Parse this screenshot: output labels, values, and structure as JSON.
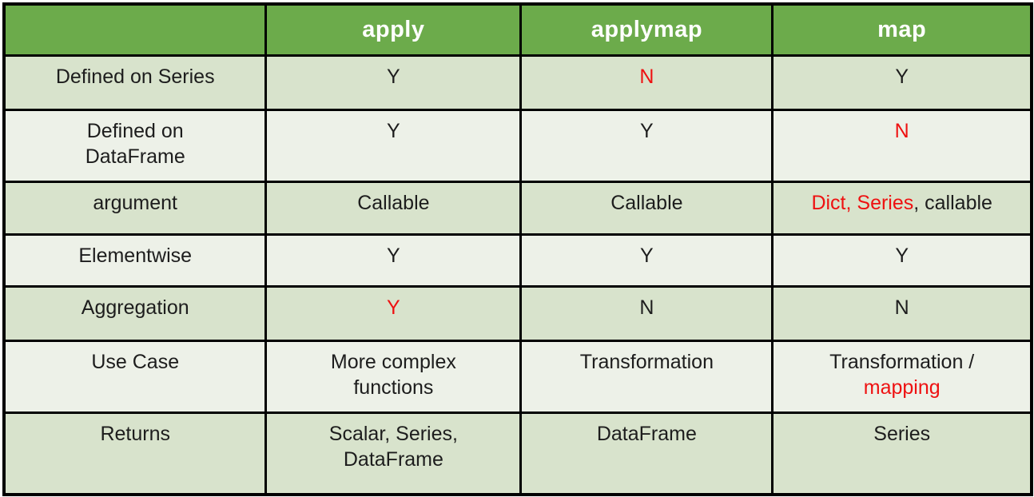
{
  "colors": {
    "header_bg": "#6cab4b",
    "row_dark": "#d8e3cc",
    "row_light": "#edf1e8",
    "border": "#000000",
    "text": "#1d1d1d",
    "red": "#ee1111",
    "header_text": "#ffffff"
  },
  "chart_data": {
    "type": "table",
    "title": "",
    "columns": [
      "",
      "apply",
      "applymap",
      "map"
    ],
    "rows": [
      [
        "Defined on Series",
        "Y",
        "N",
        "Y"
      ],
      [
        "Defined on DataFrame",
        "Y",
        "Y",
        "N"
      ],
      [
        "argument",
        "Callable",
        "Callable",
        "Dict, Series, callable"
      ],
      [
        "Elementwise",
        "Y",
        "Y",
        "Y"
      ],
      [
        "Aggregation",
        "Y",
        "N",
        "N"
      ],
      [
        "Use Case",
        "More complex functions",
        "Transformation",
        "Transformation / mapping"
      ],
      [
        "Returns",
        "Scalar, Series, DataFrame",
        "DataFrame",
        "Series"
      ]
    ],
    "red_text": [
      {
        "row": "Defined on Series",
        "column": "applymap",
        "text": "N"
      },
      {
        "row": "Defined on DataFrame",
        "column": "map",
        "text": "N"
      },
      {
        "row": "argument",
        "column": "map",
        "text": "Dict, Series"
      },
      {
        "row": "Aggregation",
        "column": "apply",
        "text": "Y"
      },
      {
        "row": "Use Case",
        "column": "map",
        "text": "mapping"
      }
    ],
    "layout": "header row green with white bold labels; body rows alternate dark/light green; black grid"
  },
  "table": {
    "header": [
      "",
      "apply",
      "applymap",
      "map"
    ],
    "rows": [
      {
        "cells": [
          {
            "lines": [
              [
                {
                  "t": "Defined on Series"
                }
              ]
            ]
          },
          {
            "lines": [
              [
                {
                  "t": "Y"
                }
              ]
            ]
          },
          {
            "lines": [
              [
                {
                  "t": "N",
                  "red": true
                }
              ]
            ]
          },
          {
            "lines": [
              [
                {
                  "t": "Y"
                }
              ]
            ]
          }
        ]
      },
      {
        "cells": [
          {
            "lines": [
              [
                {
                  "t": "Defined on"
                }
              ],
              [
                {
                  "t": "DataFrame"
                }
              ]
            ]
          },
          {
            "lines": [
              [
                {
                  "t": "Y"
                }
              ]
            ]
          },
          {
            "lines": [
              [
                {
                  "t": "Y"
                }
              ]
            ]
          },
          {
            "lines": [
              [
                {
                  "t": "N",
                  "red": true
                }
              ]
            ]
          }
        ]
      },
      {
        "cells": [
          {
            "lines": [
              [
                {
                  "t": "argument"
                }
              ]
            ]
          },
          {
            "lines": [
              [
                {
                  "t": "Callable"
                }
              ]
            ]
          },
          {
            "lines": [
              [
                {
                  "t": "Callable"
                }
              ]
            ]
          },
          {
            "lines": [
              [
                {
                  "t": "Dict, Series",
                  "red": true
                },
                {
                  "t": ", callable"
                }
              ]
            ]
          }
        ]
      },
      {
        "cells": [
          {
            "lines": [
              [
                {
                  "t": "Elementwise"
                }
              ]
            ]
          },
          {
            "lines": [
              [
                {
                  "t": "Y"
                }
              ]
            ]
          },
          {
            "lines": [
              [
                {
                  "t": "Y"
                }
              ]
            ]
          },
          {
            "lines": [
              [
                {
                  "t": "Y"
                }
              ]
            ]
          }
        ]
      },
      {
        "cells": [
          {
            "lines": [
              [
                {
                  "t": "Aggregation"
                }
              ]
            ]
          },
          {
            "lines": [
              [
                {
                  "t": "Y",
                  "red": true
                }
              ]
            ]
          },
          {
            "lines": [
              [
                {
                  "t": "N"
                }
              ]
            ]
          },
          {
            "lines": [
              [
                {
                  "t": "N"
                }
              ]
            ]
          }
        ]
      },
      {
        "cells": [
          {
            "lines": [
              [
                {
                  "t": "Use Case"
                }
              ]
            ]
          },
          {
            "lines": [
              [
                {
                  "t": "More complex"
                }
              ],
              [
                {
                  "t": "functions"
                }
              ]
            ]
          },
          {
            "lines": [
              [
                {
                  "t": "Transformation"
                }
              ]
            ]
          },
          {
            "lines": [
              [
                {
                  "t": "Transformation /"
                }
              ],
              [
                {
                  "t": "mapping",
                  "red": true
                }
              ]
            ]
          }
        ]
      },
      {
        "cells": [
          {
            "lines": [
              [
                {
                  "t": "Returns"
                }
              ]
            ]
          },
          {
            "lines": [
              [
                {
                  "t": "Scalar, Series,"
                }
              ],
              [
                {
                  "t": "DataFrame"
                }
              ]
            ]
          },
          {
            "lines": [
              [
                {
                  "t": "DataFrame"
                }
              ]
            ]
          },
          {
            "lines": [
              [
                {
                  "t": "Series"
                }
              ]
            ]
          }
        ]
      }
    ]
  }
}
